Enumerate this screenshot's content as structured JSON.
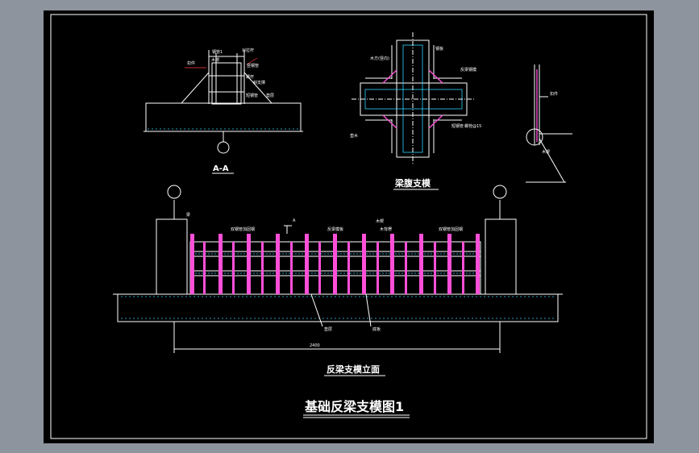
{
  "labels": {
    "section_aa": "A-A",
    "section_mark": "A",
    "beam_web_title": "梁腹支模",
    "elevation_title": "反梁支模立面",
    "main_title": "基础反梁支模图1",
    "dimension": "2400"
  },
  "sec_notes": {
    "n1": "钢管1",
    "n2": "扣件",
    "n3": "木楔",
    "n4": "对拉杆",
    "n5": "竖钢管",
    "n6": "螺杆",
    "n7": "斜支撑",
    "n8": "短钢管",
    "n9": "垫层"
  },
  "web_notes": {
    "n1": "木方(竖向)",
    "n2": "钢板",
    "n3": "反梁钢模",
    "n4": "垫木",
    "n5": "短钢管",
    "n6": "螺栓@15"
  },
  "elev_notes": {
    "n1": "梁",
    "n2": "双钢管加固钢",
    "n3": "反梁模板",
    "n4": "木楔",
    "n5": "木背楞",
    "n6": "双钢管加固钢",
    "n7": "垫层",
    "n8": "底板"
  },
  "colors": {
    "background": "#8e949e",
    "canvas": "#000000",
    "line": "#ffffff",
    "formwork": "#ff4fd8",
    "accent_cyan": "#2fd2ff",
    "accent_red": "#ff3a3a"
  }
}
